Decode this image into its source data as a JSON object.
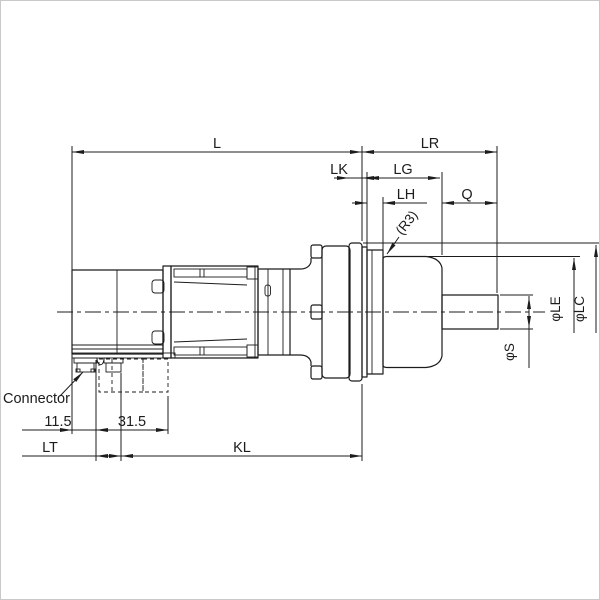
{
  "labels": {
    "L": "L",
    "LR": "LR",
    "LK": "LK",
    "LG": "LG",
    "LH": "LH",
    "Q": "Q",
    "R3": "(R3)",
    "phiLE": "φLE",
    "phiLC": "φLC",
    "phiS": "φS",
    "n115": "11.5",
    "n315": "31.5",
    "LT": "LT",
    "KL": "KL",
    "connector": "Connector"
  },
  "colors": {
    "line": "#1c1c1c",
    "background": "#ffffff",
    "border": "#c9c9c9"
  }
}
